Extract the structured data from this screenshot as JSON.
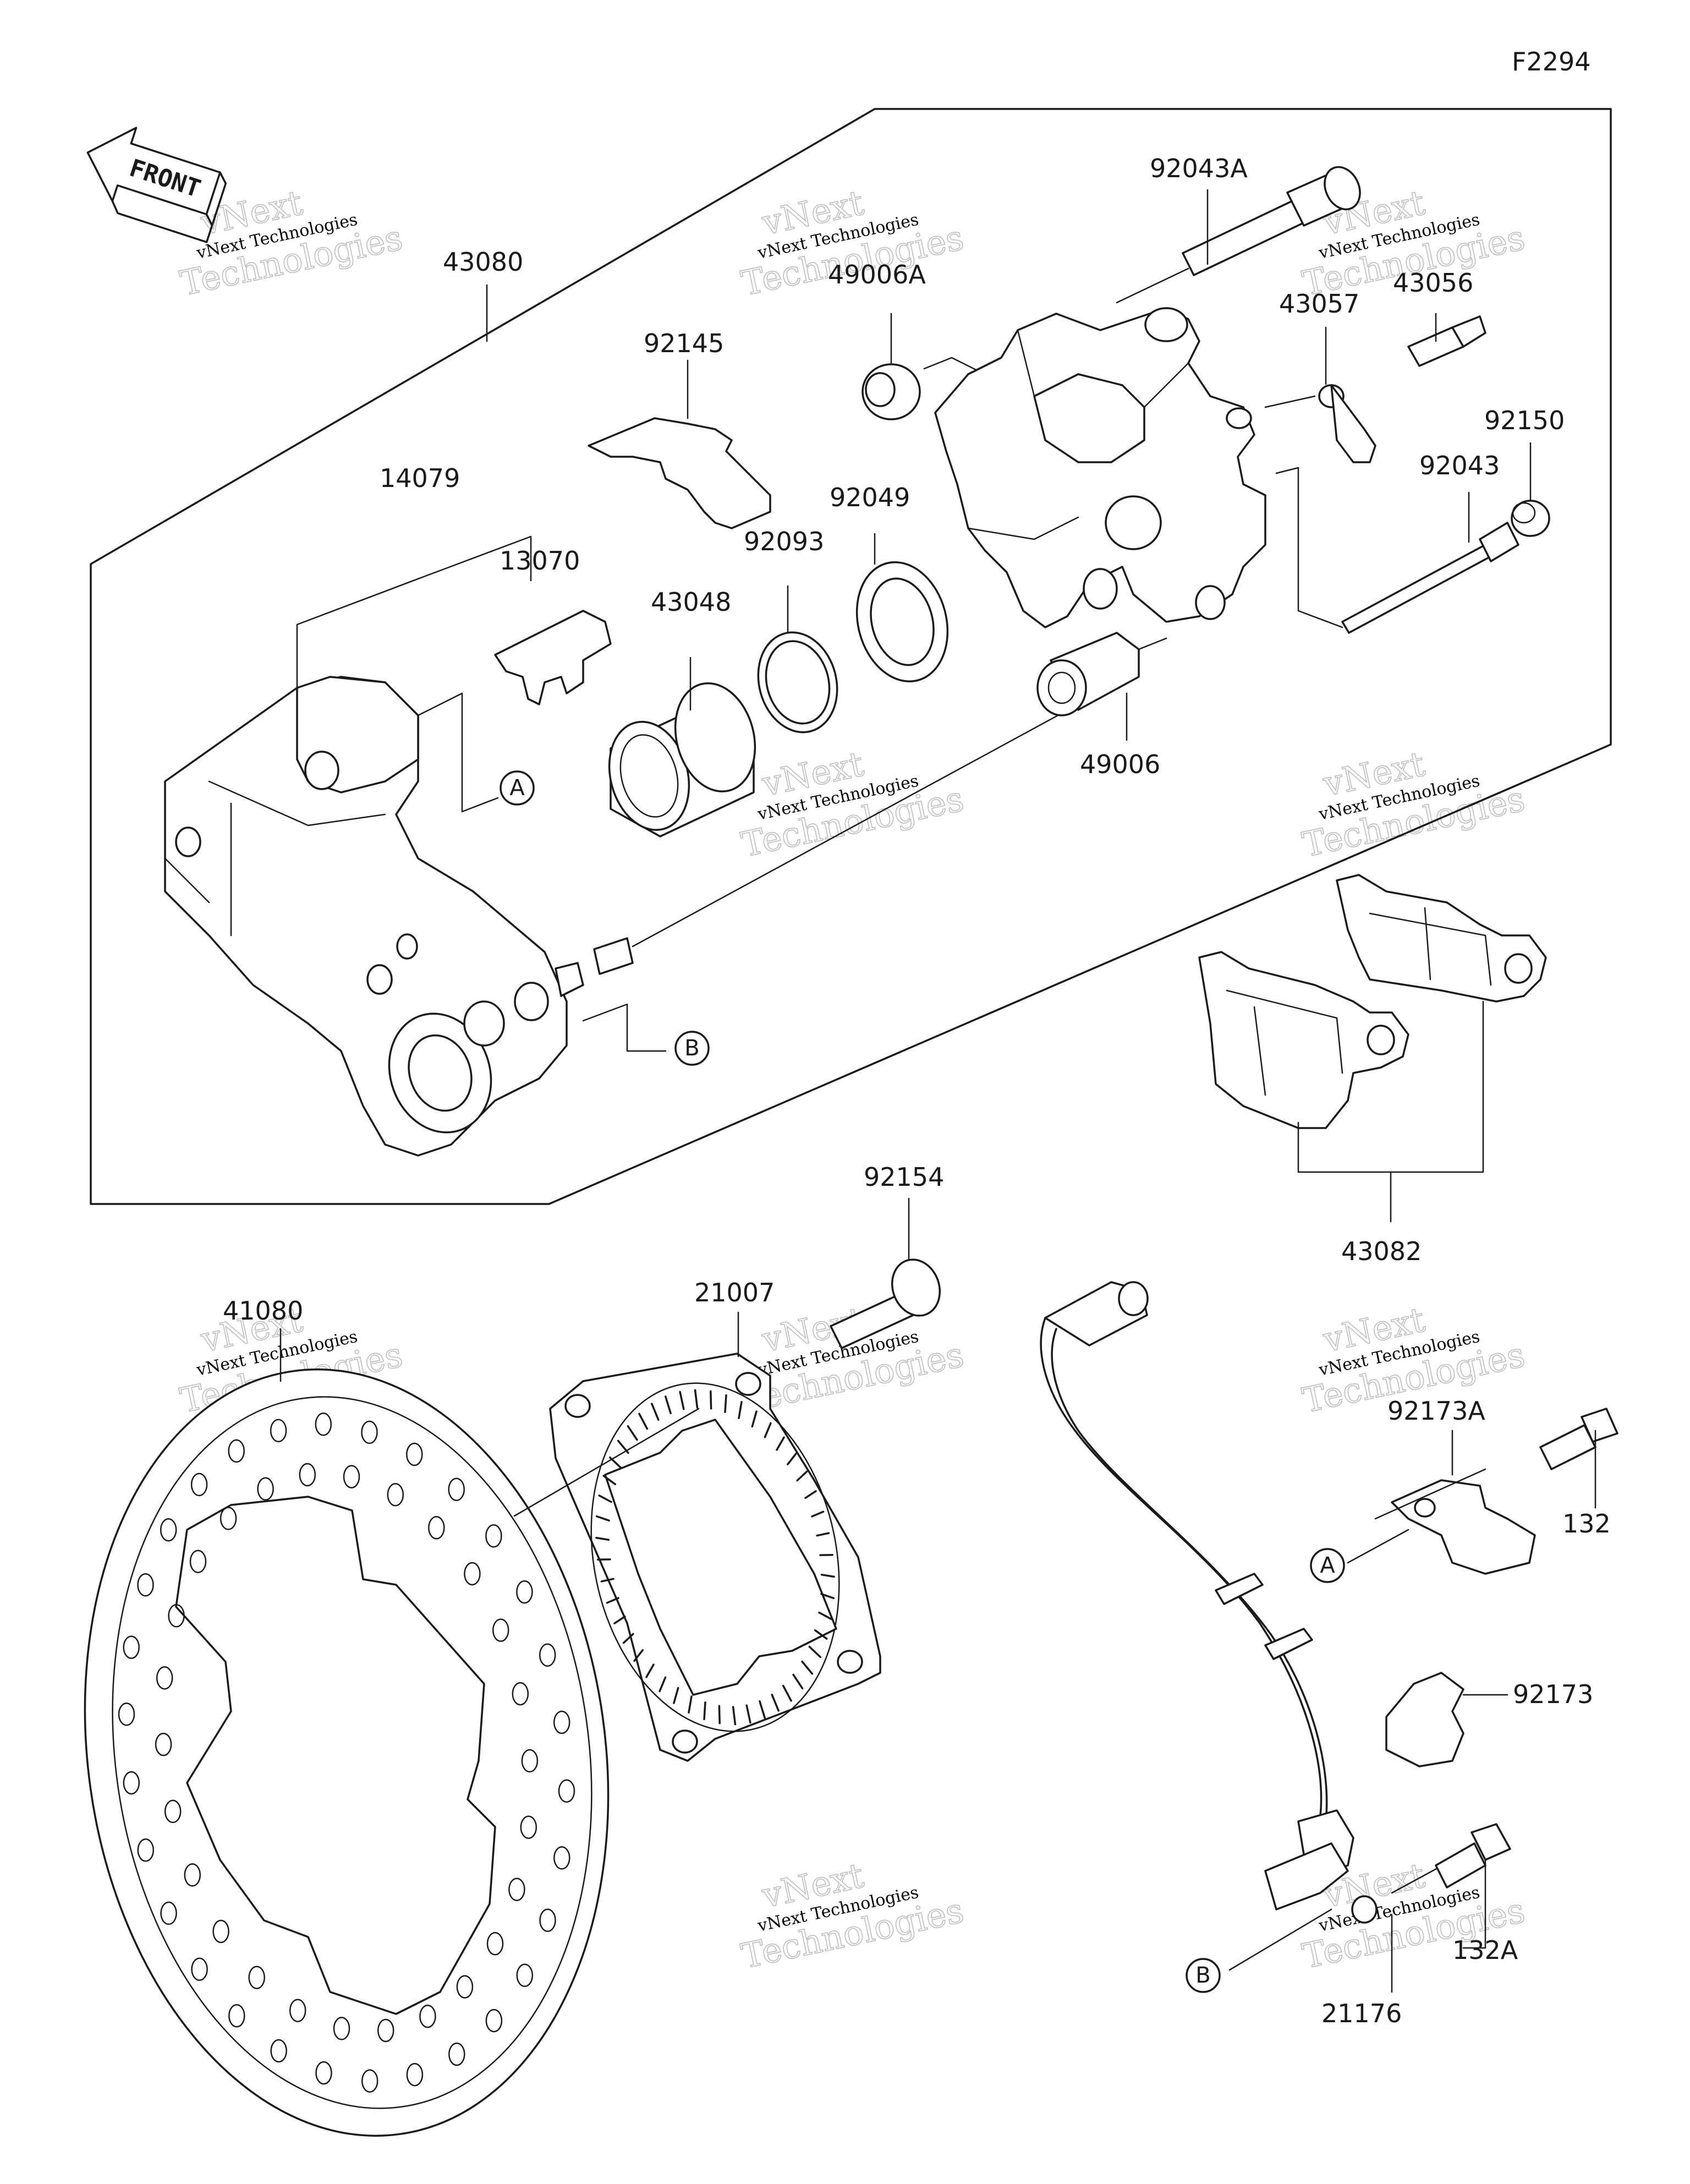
{
  "figure_code": "F2294",
  "front_label": "FRONT",
  "watermark": {
    "line1": "vNext Technologies",
    "line2": "Technologies",
    "line3": "vNext"
  },
  "parts": {
    "p43080": "43080",
    "p14079": "14079",
    "p13070": "13070",
    "p92145": "92145",
    "p43048": "43048",
    "p92093": "92093",
    "p92049": "92049",
    "p49006A": "49006A",
    "p92043A": "92043A",
    "p43057": "43057",
    "p43056": "43056",
    "p92150": "92150",
    "p92043": "92043",
    "p49006": "49006",
    "p43082": "43082",
    "p92154": "92154",
    "p21007": "21007",
    "p41080": "41080",
    "p92173A": "92173A",
    "p132": "132",
    "p92173": "92173",
    "p132A": "132A",
    "p21176": "21176"
  },
  "callouts": {
    "a": "A",
    "b": "B"
  }
}
